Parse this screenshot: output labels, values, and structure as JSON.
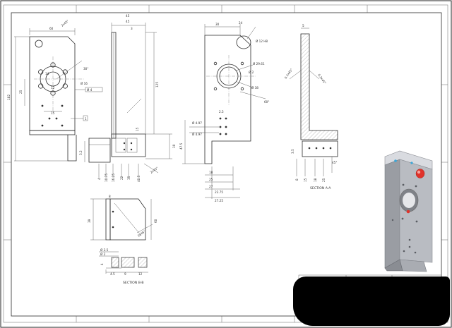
{
  "front_view": {
    "dims": [
      "60",
      "182",
      "25",
      "15",
      "14",
      "12",
      "30°",
      "Ø 16",
      "Ø 4",
      "2x45°",
      "1"
    ]
  },
  "side_view": {
    "dims": [
      "45",
      "3",
      "125",
      "10",
      "15",
      "45"
    ]
  },
  "bottom_detail": {
    "dims": [
      "4",
      "10.75",
      "16.25",
      "22",
      "35",
      "40.5",
      "2x45°",
      "3.2"
    ]
  },
  "plate_view": {
    "dims": [
      "30",
      "24",
      "Ø 12 H8",
      "Ø 29.61",
      "Ø 38",
      "Ø 2",
      "60°",
      "Ø 4.97",
      "Ø 4.97",
      "2.5",
      "18",
      "25",
      "27",
      "22.75",
      "27.25",
      "47.5"
    ]
  },
  "section_aa": {
    "label": "SECTION A-A",
    "dims": [
      "5",
      "0.3x45°",
      "0.3x45°",
      "45°",
      "8",
      "15",
      "18",
      "25",
      "3.5"
    ]
  },
  "lower_view": {
    "dims": [
      "8",
      "39",
      "60",
      "3x45°"
    ]
  },
  "section_bb": {
    "label": "SECTION B-B",
    "dims": [
      "Ø 2.5",
      "Ø 2",
      "4",
      "4.5",
      "9",
      "12"
    ]
  },
  "colors": {
    "ink": "#2a2a2a",
    "part": "#b9bcc2",
    "red": "#e0322a",
    "blue": "#3aa7d9"
  }
}
